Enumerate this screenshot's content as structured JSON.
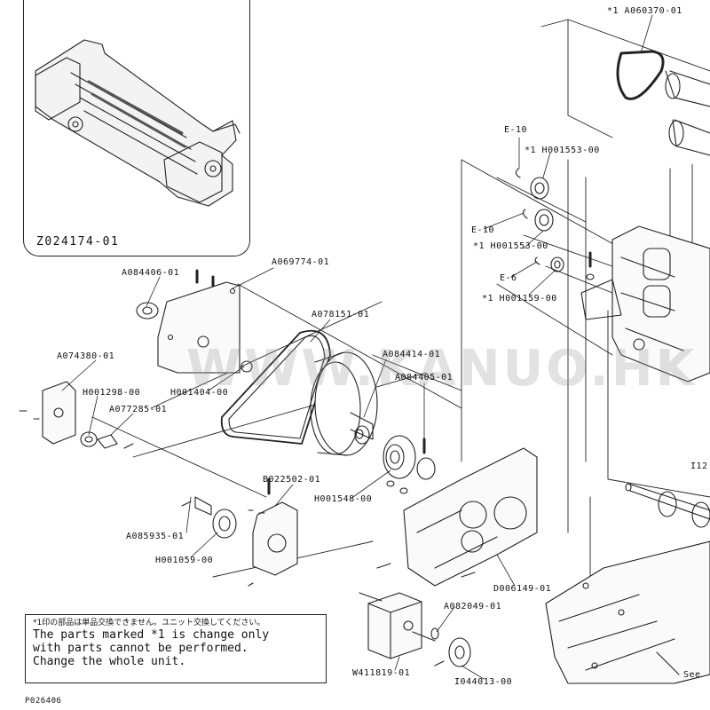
{
  "inset": {
    "part_number": "Z024174-01"
  },
  "watermark": "WWW.KANUO.HK",
  "labels": {
    "a084406": "A084406-01",
    "a069774": "A069774-01",
    "a078151": "A078151",
    "a078151_suffix": "-01",
    "a074380": "A074380-01",
    "h001298": "H001298-00",
    "a077285": "A077285-01",
    "h001404": "H001404-00",
    "a084414": "A084414-01",
    "a084405": "A084405-01",
    "b022502": "B022502-01",
    "a085935": "A085935-01",
    "h001059": "H001059-00",
    "h001548": "H001548-00",
    "d006149": "D006149-01",
    "a082049": "A082049-01",
    "w411819": "W411819-01",
    "i044013": "I044013-00",
    "a060370": "*1 A060370-01",
    "e10_a": "E-10",
    "h001553_a": "*1 H001553-00",
    "e10_b": "E-10",
    "h001553_b": "*1 H001553-00",
    "e6": "E-6",
    "h001159": "*1 H001159-00",
    "i12": "I12",
    "see": "See"
  },
  "note": {
    "japanese": "*1印の部品は単品交換できません。ユニット交換してください。",
    "line1": "The parts marked *1 is change only",
    "line2": "with parts cannot be performed.",
    "line3": "Change the whole unit."
  },
  "page_code": "P026406"
}
